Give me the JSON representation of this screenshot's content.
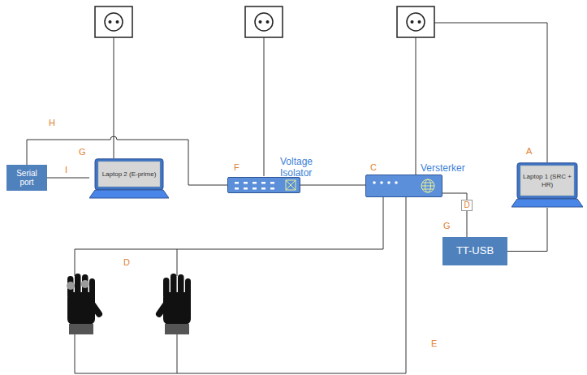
{
  "diagram": {
    "nodes": [
      {
        "text": [
          "Serial port"
        ]
      },
      {
        "text": [
          "Laptop 2 (E-prime)"
        ]
      },
      {
        "text": [
          "Voltage Isolator"
        ]
      },
      {
        "text": [
          "Versterker"
        ]
      },
      {
        "text": [
          "D"
        ]
      },
      {
        "text": [
          "TT-USB"
        ]
      },
      {
        "text": [
          "Laptop 1 (SRC + HR)"
        ]
      }
    ],
    "edges": [
      {
        "from": 0,
        "to": 1,
        "arrow": "none"
      },
      {
        "from": 0,
        "to": 2,
        "arrow": "none"
      },
      {
        "from": 2,
        "to": 3,
        "arrow": "none"
      },
      {
        "from": 3,
        "to": 4,
        "arrow": "none"
      },
      {
        "from": 4,
        "to": 5,
        "arrow": "none"
      },
      {
        "from": 5,
        "to": 6,
        "arrow": "none"
      }
    ],
    "labels": [
      "H",
      "G",
      "I",
      "F",
      "C",
      "A",
      "D",
      "G",
      "E"
    ]
  }
}
